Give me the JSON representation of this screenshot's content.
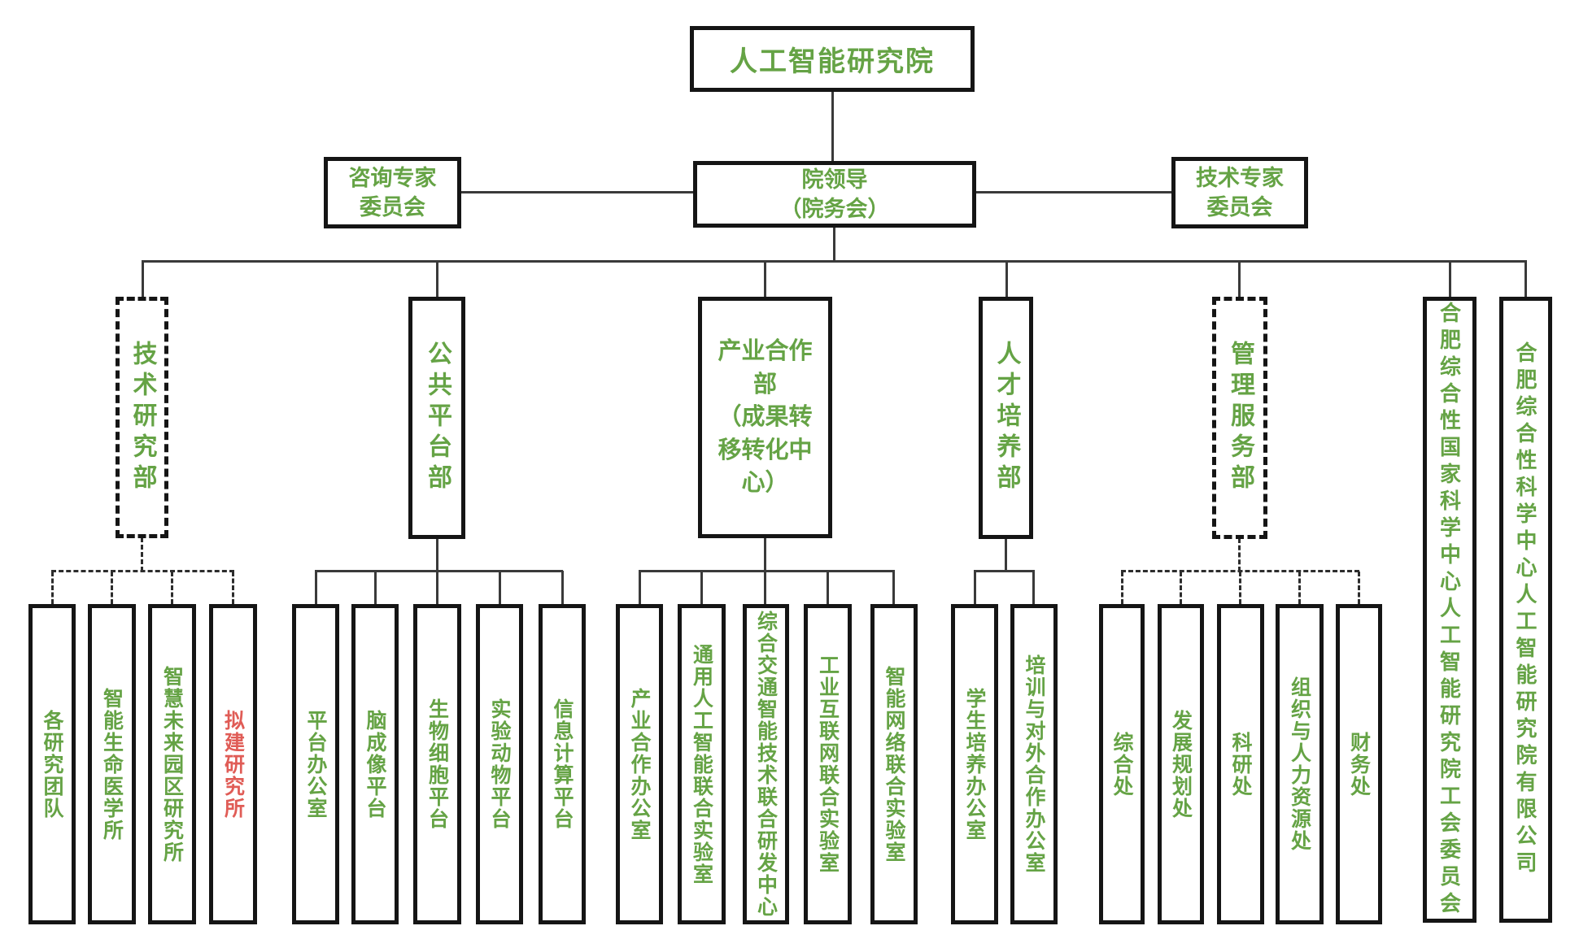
{
  "colors": {
    "green": "#65a345",
    "red": "#e05c56",
    "line": "#3a3a3a",
    "border": "#151515",
    "background": "#ffffff"
  },
  "root": {
    "label": "人工智能研究院"
  },
  "level2": {
    "advisory": {
      "label": "咨询专家\n委员会"
    },
    "leadership": {
      "label": "院领导\n（院务会）"
    },
    "technical": {
      "label": "技术专家\n委员会"
    }
  },
  "departments": [
    {
      "label": "技术研究部",
      "border": "dashed"
    },
    {
      "label": "公共平台部",
      "border": "solid"
    },
    {
      "label": "产业合作部\n（成果转移转化中心）",
      "border": "solid"
    },
    {
      "label": "人才培养部",
      "border": "solid"
    },
    {
      "label": "管理服务部",
      "border": "dashed"
    },
    {
      "label": "合肥综合性国家科学中心人工智能研究院工会委员会",
      "border": "solid"
    },
    {
      "label": "合肥综合性科学中心人工智能研究院有限公司",
      "border": "solid"
    }
  ],
  "groups": [
    {
      "parent": "技术研究部",
      "connector": "dashed",
      "items": [
        {
          "label": "各研究团队",
          "color": "green"
        },
        {
          "label": "智能生命医学所",
          "color": "green"
        },
        {
          "label": "智慧未来园区研究所",
          "color": "green"
        },
        {
          "label": "拟建研究所",
          "color": "red"
        }
      ]
    },
    {
      "parent": "公共平台部",
      "connector": "solid",
      "items": [
        {
          "label": "平台办公室",
          "color": "green"
        },
        {
          "label": "脑成像平台",
          "color": "green"
        },
        {
          "label": "生物细胞平台",
          "color": "green"
        },
        {
          "label": "实验动物平台",
          "color": "green"
        },
        {
          "label": "信息计算平台",
          "color": "green"
        }
      ]
    },
    {
      "parent": "产业合作部（成果转移转化中心）",
      "connector": "solid",
      "items": [
        {
          "label": "产业合作办公室",
          "color": "green"
        },
        {
          "label": "通用人工智能联合实验室",
          "color": "green"
        },
        {
          "label": "综合交通智能技术联合研发中心",
          "color": "green"
        },
        {
          "label": "工业互联网联合实验室",
          "color": "green"
        },
        {
          "label": "智能网络联合实验室",
          "color": "green"
        }
      ]
    },
    {
      "parent": "人才培养部",
      "connector": "solid",
      "items": [
        {
          "label": "学生培养办公室",
          "color": "green"
        },
        {
          "label": "培训与对外合作办公室",
          "color": "green"
        }
      ]
    },
    {
      "parent": "管理服务部",
      "connector": "dashed",
      "items": [
        {
          "label": "综合处",
          "color": "green"
        },
        {
          "label": "发展规划处",
          "color": "green"
        },
        {
          "label": "科研处",
          "color": "green"
        },
        {
          "label": "组织与人力资源处",
          "color": "green"
        },
        {
          "label": "财务处",
          "color": "green"
        }
      ]
    }
  ]
}
